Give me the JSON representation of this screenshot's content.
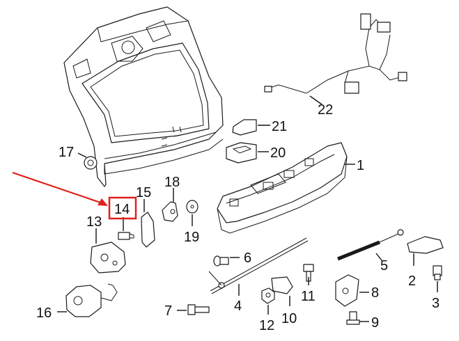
{
  "diagram": {
    "callouts": [
      {
        "id": "c1",
        "number": "1"
      },
      {
        "id": "c2",
        "number": "2"
      },
      {
        "id": "c3",
        "number": "3"
      },
      {
        "id": "c4",
        "number": "4"
      },
      {
        "id": "c5",
        "number": "5"
      },
      {
        "id": "c6",
        "number": "6"
      },
      {
        "id": "c7",
        "number": "7"
      },
      {
        "id": "c8",
        "number": "8"
      },
      {
        "id": "c9",
        "number": "9"
      },
      {
        "id": "c10",
        "number": "10"
      },
      {
        "id": "c11",
        "number": "11"
      },
      {
        "id": "c12",
        "number": "12"
      },
      {
        "id": "c13",
        "number": "13"
      },
      {
        "id": "c14",
        "number": "14"
      },
      {
        "id": "c15",
        "number": "15"
      },
      {
        "id": "c16",
        "number": "16"
      },
      {
        "id": "c17",
        "number": "17"
      },
      {
        "id": "c18",
        "number": "18"
      },
      {
        "id": "c19",
        "number": "19"
      },
      {
        "id": "c20",
        "number": "20"
      },
      {
        "id": "c21",
        "number": "21"
      },
      {
        "id": "c22",
        "number": "22"
      }
    ],
    "highlighted_callout": "14",
    "highlight_color": "#e0201c",
    "line_color": "#1a1a1a"
  }
}
